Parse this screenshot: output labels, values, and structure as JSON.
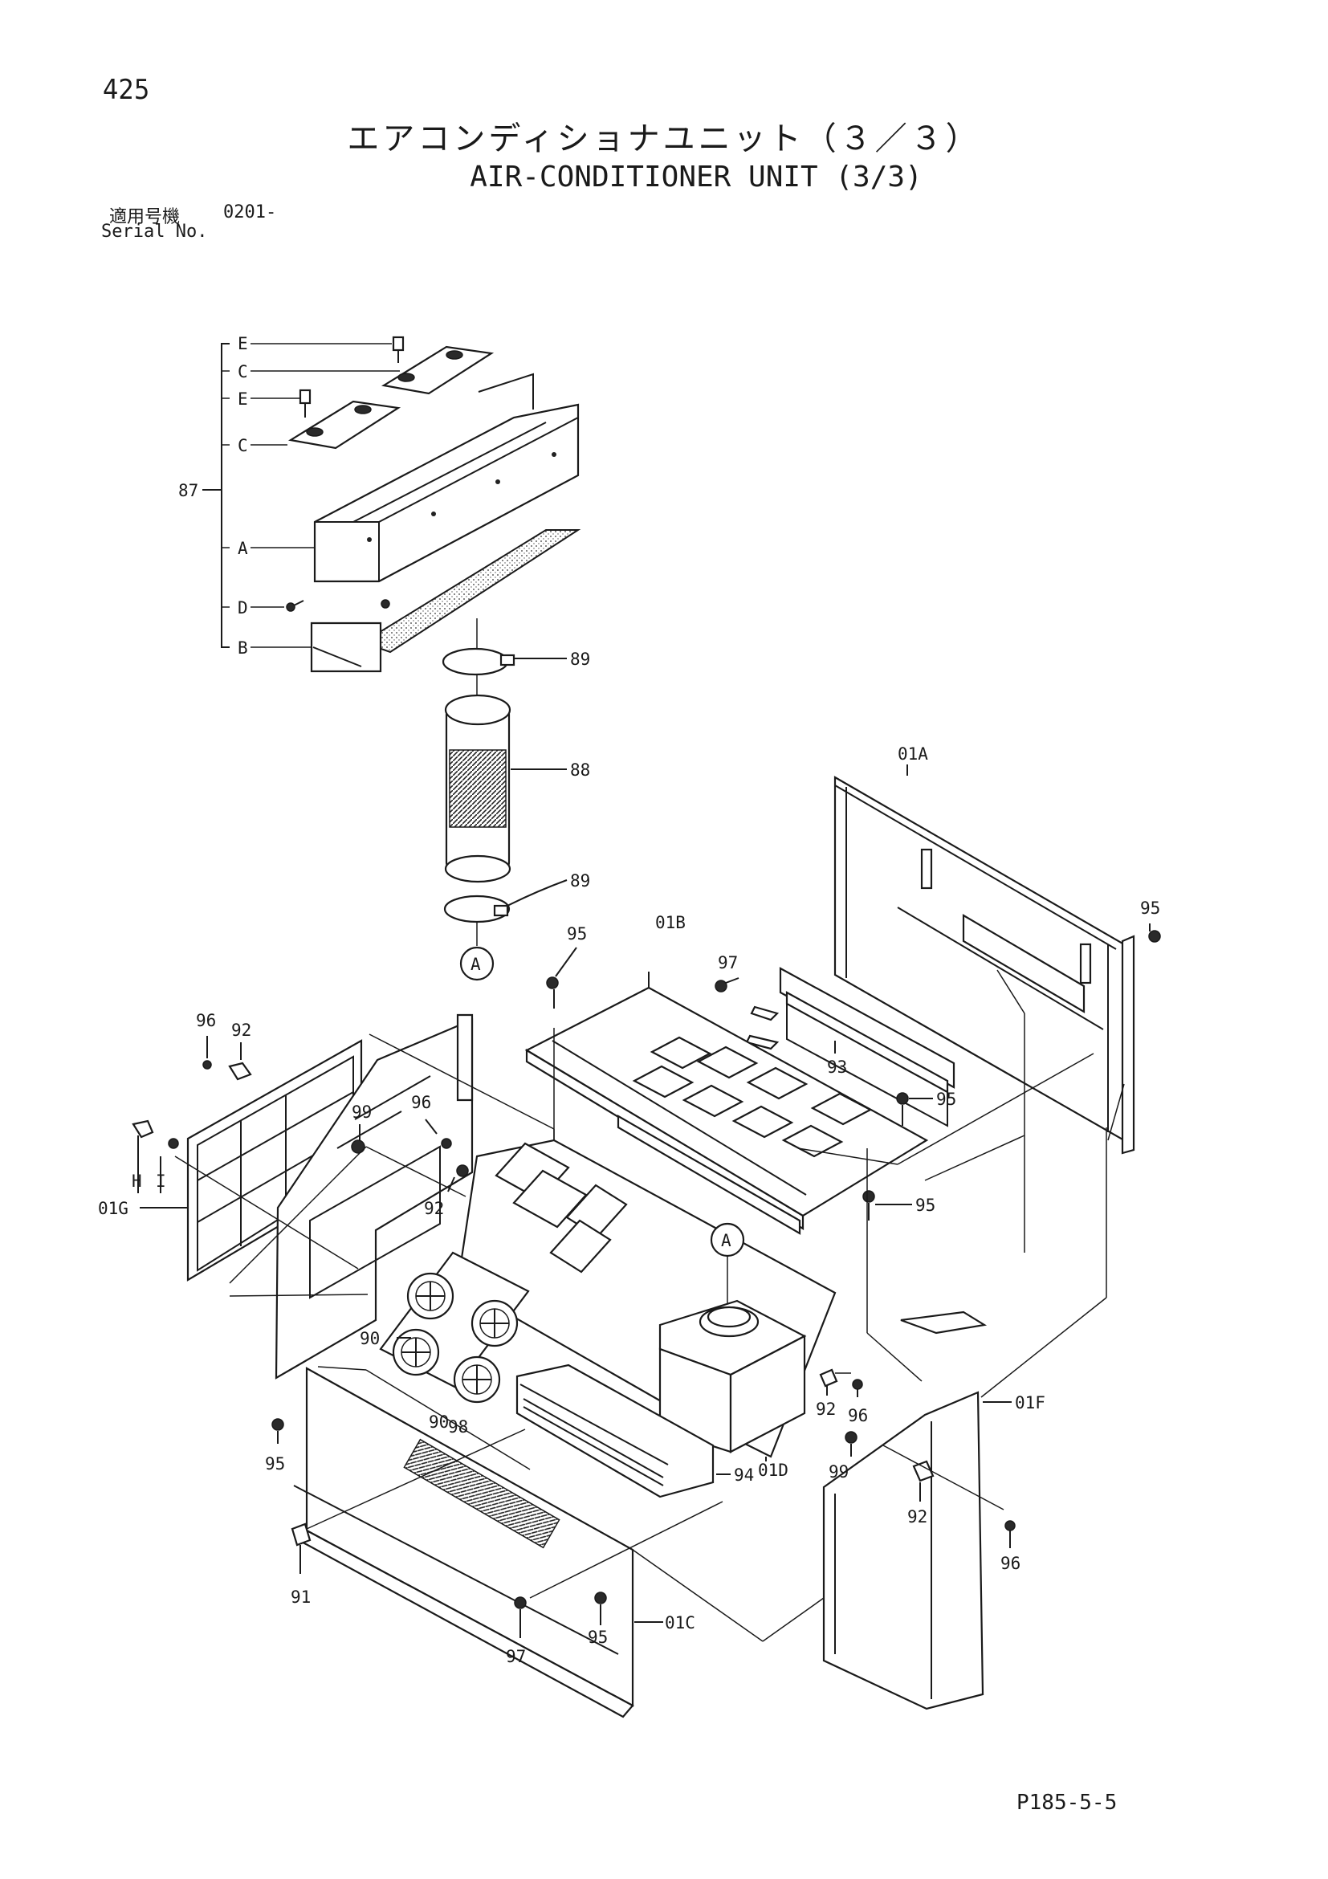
{
  "page_number": "425",
  "title_jp": "エアコンディショナユニット（３／３）",
  "title_en": "AIR-CONDITIONER UNIT (3/3)",
  "serial": {
    "label_jp": "適用号機",
    "label_en": "Serial No.",
    "value": "0201-"
  },
  "page_code": "P185-5-5",
  "assembly_87": {
    "number": "87",
    "sub_labels": [
      "E",
      "C",
      "E",
      "C",
      "A",
      "D",
      "B"
    ]
  },
  "callouts": {
    "c89_top": "89",
    "c88": "88",
    "c89_bottom": "89",
    "cA_1": "A",
    "cA_2": "A",
    "c01A": "01A",
    "c95_a": "95",
    "c97_a": "97",
    "c95_b": "95",
    "c01B": "01B",
    "c93": "93",
    "c95_c": "95",
    "c95_d": "95",
    "c96_a": "96",
    "c92_a": "92",
    "c99_a": "99",
    "c96_b": "96",
    "cH": "H",
    "cI": "I",
    "c01G": "01G",
    "c92_b": "92",
    "c90_a": "90",
    "c90_b": "90",
    "c98": "98",
    "c95_e": "95",
    "c91": "91",
    "c97_b": "97",
    "c95_f": "95",
    "c01C": "01C",
    "c94": "94",
    "c92_c": "92",
    "c96_c": "96",
    "c01D": "01D",
    "c99_b": "99",
    "c92_d": "92",
    "c96_d": "96",
    "c01F": "01F"
  }
}
